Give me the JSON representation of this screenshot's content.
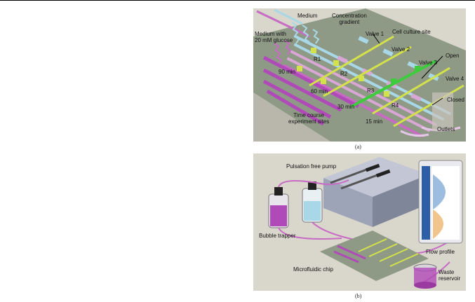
{
  "panel_a": {
    "caption": "(a)",
    "labels": {
      "medium": "Medium",
      "concentration_gradient": "Concentration\ngradient",
      "medium_glucose": "Medium with\n20 mM glucose",
      "valve1": "Valve 1",
      "valve2": "Valve 2",
      "valve3": "Valve 3",
      "valve4": "Valve 4",
      "cell_culture_site": "Cell culture site",
      "open": "Open",
      "closed": "Closed",
      "r1": "R1",
      "r2": "R2",
      "r3": "R3",
      "r4": "R4",
      "t90": "90 min",
      "t60": "60 min",
      "t30": "30 min",
      "t15": "15 min",
      "time_course": "Time course\nexperiment sites",
      "outlets": "Outlets"
    }
  },
  "panel_b": {
    "caption": "(b)",
    "labels": {
      "pump": "Pulsation free pump",
      "bubble_trapper": "Bubble trapper",
      "flow_profile": "Flow profile",
      "microfluidic_chip": "Microfluidic chip",
      "waste_reservoir": "Waste\nreservoir"
    }
  },
  "colors": {
    "chip_base": "#8f9a86",
    "medium_channel": "#a8d8e8",
    "glucose_channel": "#c86bc4",
    "valve": "#d4e24a",
    "open_valve": "#3ccc3c",
    "purple_fluid": "#b04ab8",
    "pump_body": "#9ea4b8"
  }
}
